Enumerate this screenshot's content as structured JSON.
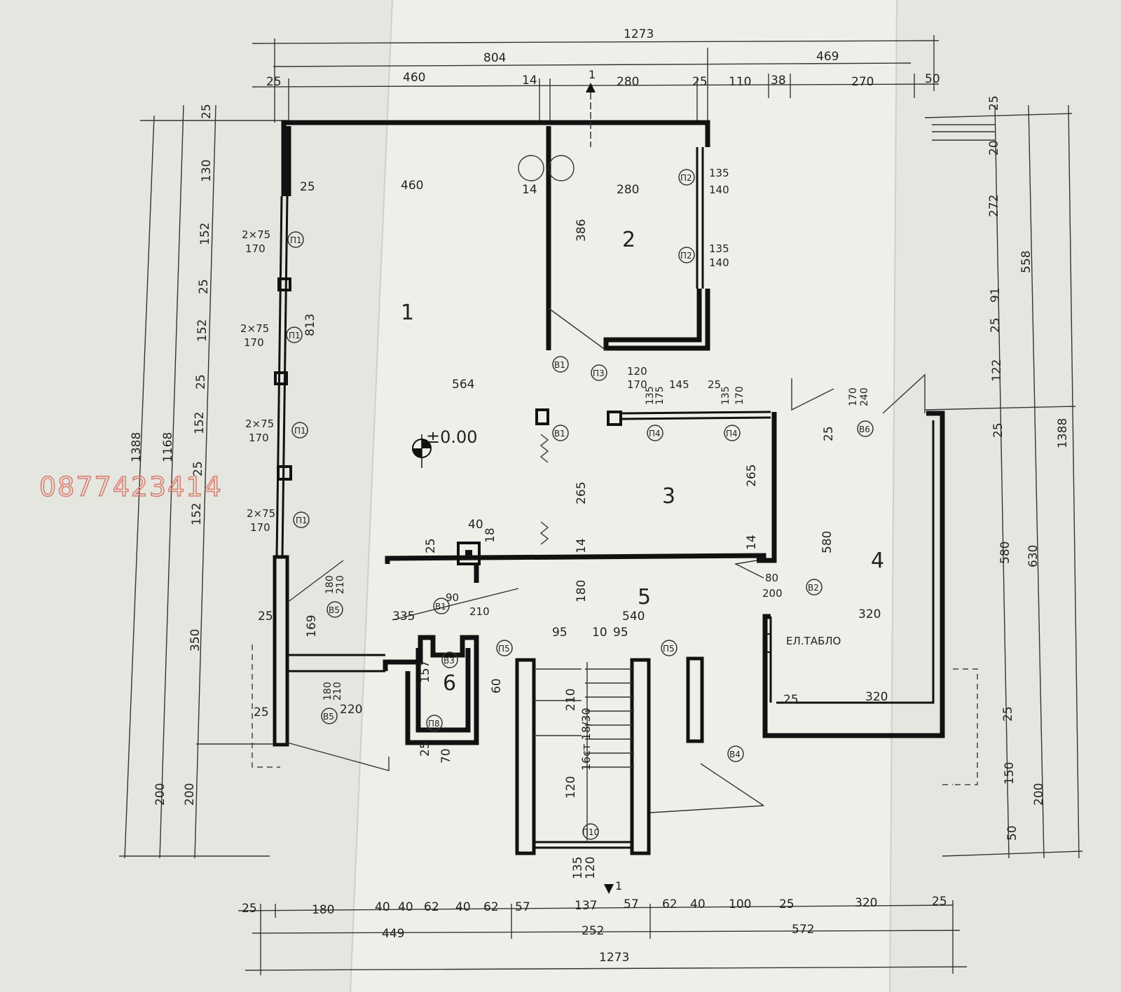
{
  "plan": {
    "rooms": [
      "1",
      "2",
      "3",
      "4",
      "5",
      "6"
    ],
    "level_mark": "±0.00",
    "watermark": "0877423414",
    "electric_panel": "ЕЛ.ТАБЛО",
    "stair_note": "16ст 18/30",
    "section_mark": "1"
  },
  "top_dims": {
    "overall": "1273",
    "row2": [
      "804",
      "469"
    ],
    "row3": [
      "25",
      "460",
      "14",
      "280",
      "25",
      "110",
      "38",
      "270",
      "50"
    ]
  },
  "bottom_dims": {
    "overall": "1273",
    "row2": [
      "449",
      "252",
      "572"
    ],
    "row1": [
      "25",
      "180",
      "40",
      "40",
      "62",
      "40",
      "62",
      "57",
      "137",
      "57",
      "62",
      "40",
      "100",
      "25",
      "320",
      "25"
    ]
  },
  "left_dims": {
    "overall": "1388",
    "second": "1168",
    "row3": [
      "25",
      "130",
      "152",
      "25",
      "152",
      "25",
      "152",
      "25",
      "152",
      "350",
      "200",
      "200"
    ]
  },
  "right_dims": {
    "overall": "1388",
    "second": [
      "558",
      "630"
    ],
    "row3": [
      "25",
      "20",
      "272",
      "91",
      "25",
      "122",
      "25",
      "580",
      "25",
      "150",
      "50",
      "200"
    ]
  },
  "inner_dims": {
    "room1_w": "460",
    "room1_w2": "14",
    "room2_w": "280",
    "room2_h": "386",
    "room1_h": "813",
    "corridor_w": "564",
    "room3_h_l": "265",
    "room3_h_r": "265",
    "room4_h": "580",
    "room5_w": "540",
    "room4_w": "320",
    "room4_w2": "320",
    "hall_h": "180",
    "v_small": [
      "14",
      "14",
      "25",
      "25",
      "25"
    ],
    "stair_w": [
      "95",
      "10",
      "95"
    ],
    "stair_h": [
      "210",
      "120",
      "135",
      "120"
    ],
    "misc": [
      "335",
      "220",
      "25",
      "25",
      "25",
      "169",
      "157",
      "60",
      "70",
      "25",
      "40",
      "18"
    ]
  },
  "openings": {
    "p1": "П1",
    "p2": "П2",
    "p3": "П3",
    "p4": "П4",
    "p5": "П5",
    "p8": "П8",
    "p10": "П10",
    "b1": "В1",
    "b2": "В2",
    "b3": "В3",
    "b4": "В4",
    "b5": "В5",
    "b6": "В6",
    "p1_size": [
      "2×75",
      "170"
    ],
    "p2_size": [
      "135",
      "140"
    ],
    "p3_size": [
      "120",
      "170"
    ],
    "p4_size": [
      "135",
      "175",
      "145",
      "25",
      "135",
      "170"
    ],
    "b2_size": [
      "80",
      "200"
    ],
    "b6_size": [
      "170",
      "240"
    ],
    "b5_size": [
      "180",
      "210"
    ],
    "b1_size": [
      "90",
      "210"
    ]
  }
}
